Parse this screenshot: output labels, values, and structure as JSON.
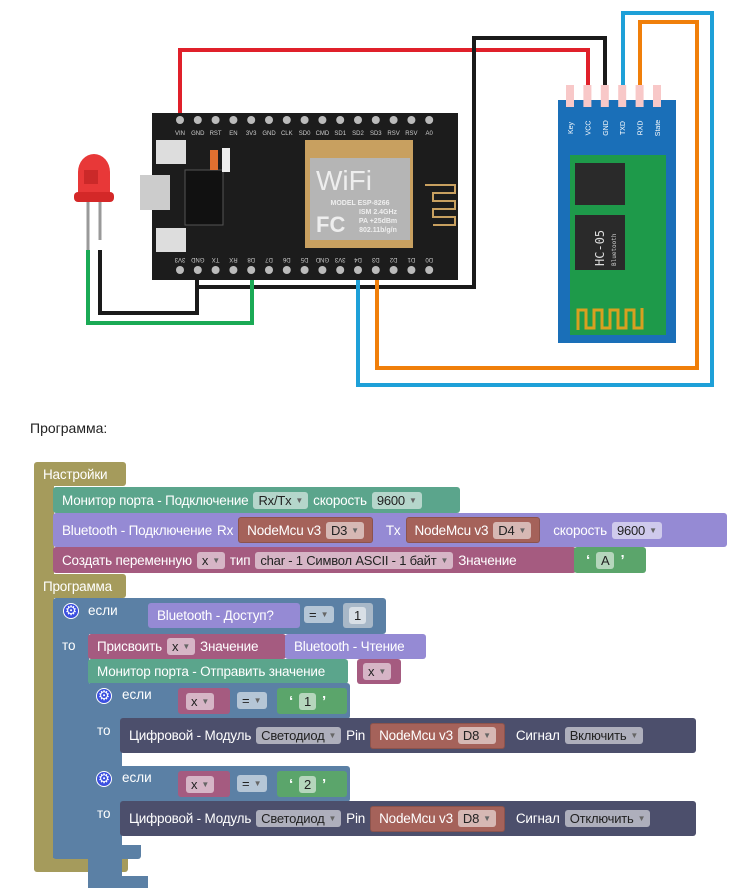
{
  "diagram": {
    "board": {
      "top_pins": [
        "VIN",
        "GND",
        "RST",
        "EN",
        "3V3",
        "GND",
        "CLK",
        "SD0",
        "CMD",
        "SD1",
        "SD2",
        "SD3",
        "RSV",
        "RSV",
        "A0"
      ],
      "bottom_pins": [
        "3V3",
        "GND",
        "TX",
        "RX",
        "D8",
        "D7",
        "D6",
        "D5",
        "GND",
        "3V3",
        "D4",
        "D3",
        "D2",
        "D1",
        "D0"
      ],
      "module_title": "WiFi",
      "module_lines": [
        "MODEL  ESP-8266",
        "ISM 2.4GHz",
        "PA +25dBm",
        "802.11b/g/n"
      ],
      "fc_mark": "FC"
    },
    "hc05": {
      "pins": [
        "Key",
        "VCC",
        "GND",
        "TXD",
        "RXD",
        "State"
      ],
      "chip_label": "HC-05",
      "chip_sub": "Bluetooth"
    },
    "wire_colors": {
      "vcc": "#e0202a",
      "gnd": "#1a1a1a",
      "led_signal": "#1aaa55",
      "tx": "#1ea0d8",
      "rx": "#f07f0a"
    }
  },
  "caption": "Программа:",
  "program": {
    "setup": {
      "title": "Настройки",
      "serial_begin": {
        "label": "Монитор порта - Подключение",
        "port": "Rx/Tx",
        "speed_label": "скорость",
        "speed": "9600"
      },
      "bt_begin": {
        "label": "Bluetooth - Подключение",
        "rx_label": "Rx",
        "rx_board": "NodeMcu v3",
        "rx_pin": "D3",
        "tx_label": "Tx",
        "tx_board": "NodeMcu v3",
        "tx_pin": "D4",
        "speed_label": "скорость",
        "speed": "9600"
      },
      "create_var": {
        "label": "Создать переменную",
        "var": "x",
        "type_label": "тип",
        "type": "char - 1 Символ ASCII - 1 байт",
        "value_label": "Значение",
        "value": "A"
      }
    },
    "loop": {
      "title": "Программа",
      "if_label": "если",
      "cond": "Bluetooth - Доступ?",
      "op": "=",
      "num": "1",
      "then_label": "то",
      "assign": {
        "label": "Присвоить",
        "var": "x",
        "value_label": "Значение",
        "value": "Bluetooth - Чтение"
      },
      "send": {
        "label": "Монитор порта - Отправить значение",
        "var": "x"
      },
      "branches": [
        {
          "if_label": "если",
          "var": "x",
          "op": "=",
          "value": "1",
          "then_label": "то",
          "action": {
            "label": "Цифровой - Модуль",
            "module": "Светодиод",
            "pin_label": "Pin",
            "board": "NodeMcu v3",
            "pin": "D8",
            "signal_label": "Сигнал",
            "signal": "Включить"
          }
        },
        {
          "if_label": "если",
          "var": "x",
          "op": "=",
          "value": "2",
          "then_label": "то",
          "action": {
            "label": "Цифровой - Модуль",
            "module": "Светодиод",
            "pin_label": "Pin",
            "board": "NodeMcu v3",
            "pin": "D8",
            "signal_label": "Сигнал",
            "signal": "Отключить"
          }
        }
      ]
    }
  }
}
